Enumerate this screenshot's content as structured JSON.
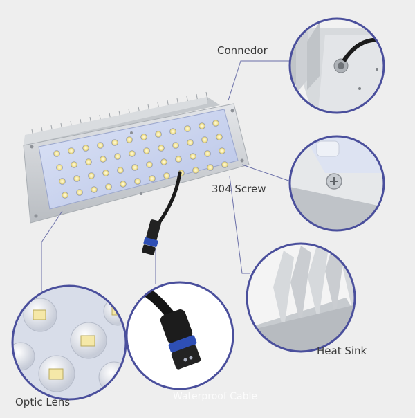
{
  "callouts": {
    "connector": "Connedor",
    "screw": "304 Screw",
    "heat_sink": "Heat Sink",
    "optic_lens": "Optic Lens",
    "cable": "Waterproof Cable"
  },
  "colors": {
    "background": "#eeeeee",
    "ring": "#4a4f9c",
    "aluminium": "#cfd2d6",
    "lens": "#c9d4ee",
    "led_yellow": "#f3e7a6",
    "cable": "#1b1b1b",
    "coupling": "#2e4fb5"
  }
}
